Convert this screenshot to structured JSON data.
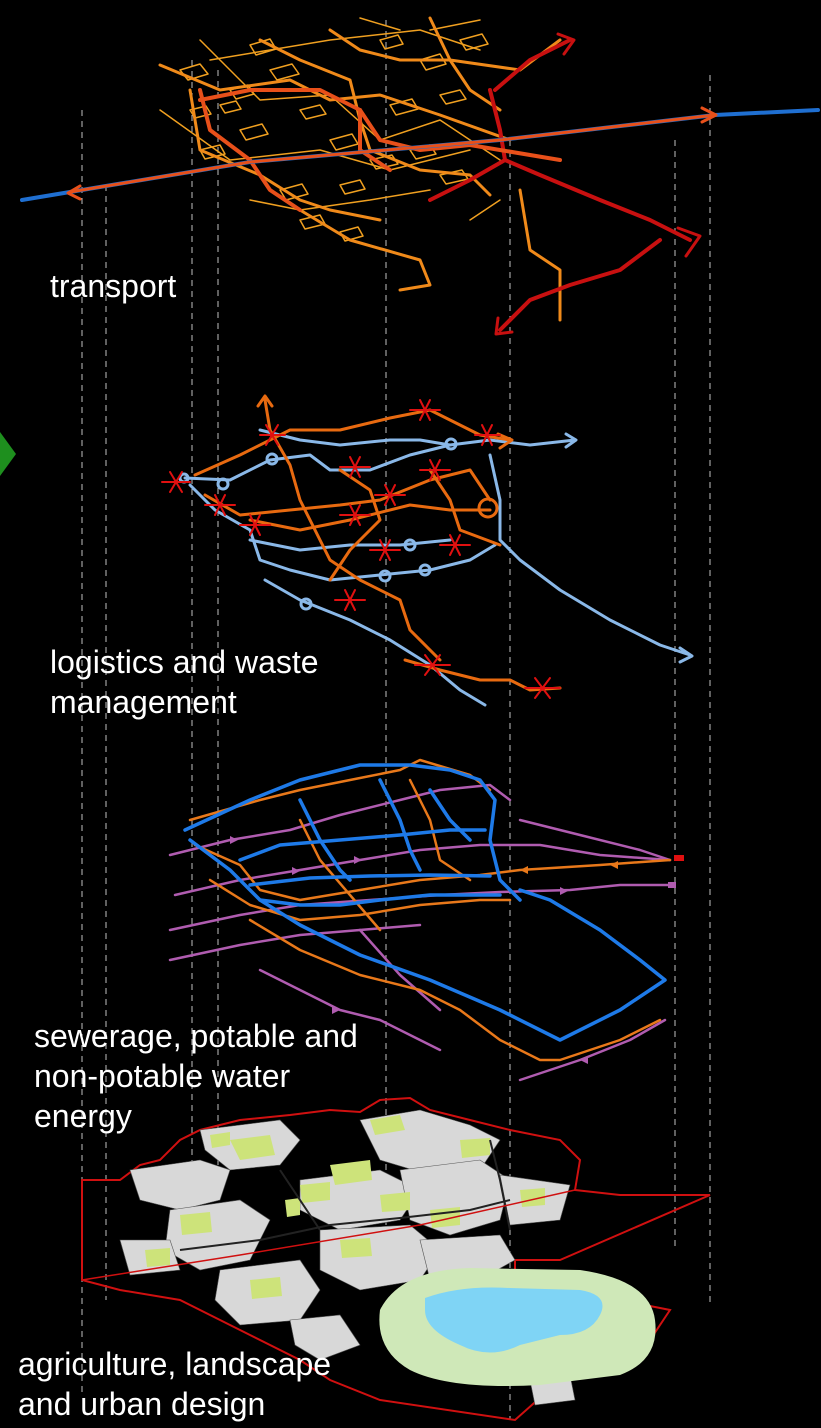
{
  "layers": [
    {
      "id": "transport",
      "label": "transport"
    },
    {
      "id": "logistics",
      "label": "logistics and waste\nmanagement"
    },
    {
      "id": "water",
      "label": "sewerage, potable and\nnon-potable water\nenergy"
    },
    {
      "id": "agriculture",
      "label": "agriculture, landscape\nand urban design"
    }
  ],
  "colors": {
    "background": "#000000",
    "guide_lines": "#bfbfbf",
    "highway": "#1f6fd1",
    "arterial": "#e8501a",
    "local_road": "#f0a020",
    "regional": "#c81010",
    "logistics_route": "#e86a10",
    "waste_route": "#8ab8e8",
    "potable_water": "#1e7ae8",
    "non_potable_water": "#e8781a",
    "sewerage": "#b05cb0",
    "energy_terminal": "#e01010",
    "green_space": "#cde37a",
    "urban_blocks": "#d8d8d8",
    "lake": "#7fd4f5",
    "park": "#cfe8b8",
    "boundary": "#d01010",
    "nav_arrow": "#1e8f1e"
  },
  "icons": {
    "nav": "arrow-right-icon"
  }
}
